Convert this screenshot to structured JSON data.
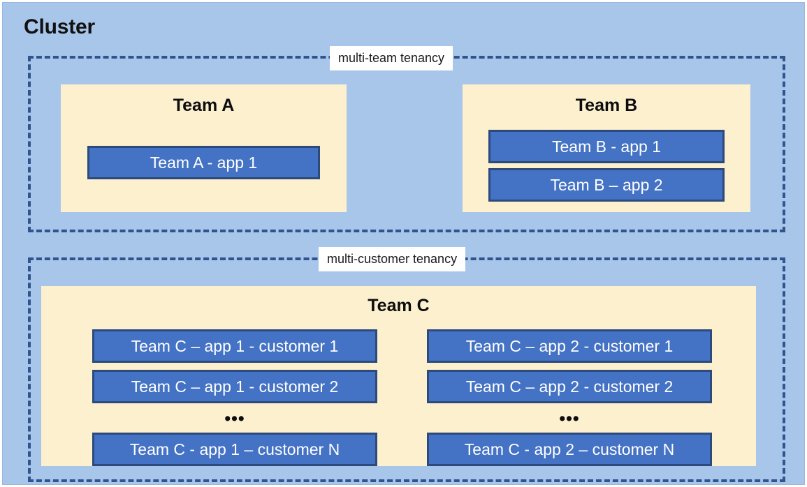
{
  "cluster": {
    "title": "Cluster",
    "background_color": "#a8c6ea"
  },
  "colors": {
    "cluster_bg": "#a8c6ea",
    "team_bg": "#fdf0cf",
    "app_fill": "#4472c4",
    "app_border": "#2c4a7c",
    "dashed_border": "#31538f",
    "label_bg": "#ffffff",
    "text_dark": "#0d0d0d",
    "text_light": "#ffffff"
  },
  "groups": [
    {
      "id": "multi-team",
      "label": "multi-team tenancy",
      "teams": [
        {
          "id": "team-a",
          "title": "Team A",
          "apps": [
            {
              "label": "Team A - app 1"
            }
          ]
        },
        {
          "id": "team-b",
          "title": "Team B",
          "apps": [
            {
              "label": "Team B - app 1"
            },
            {
              "label": "Team B – app 2"
            }
          ]
        }
      ]
    },
    {
      "id": "multi-customer",
      "label": "multi-customer tenancy",
      "teams": [
        {
          "id": "team-c",
          "title": "Team C",
          "columns": [
            {
              "id": "app-1",
              "items": [
                {
                  "label": "Team C – app 1 - customer 1"
                },
                {
                  "label": "Team C – app 1 - customer 2"
                }
              ],
              "ellipsis": "•••",
              "last_item": {
                "label": "Team C - app 1 – customer N"
              }
            },
            {
              "id": "app-2",
              "items": [
                {
                  "label": "Team C – app 2 - customer 1"
                },
                {
                  "label": "Team C – app 2 - customer 2"
                }
              ],
              "ellipsis": "•••",
              "last_item": {
                "label": "Team C - app 2 – customer N"
              }
            }
          ]
        }
      ]
    }
  ]
}
